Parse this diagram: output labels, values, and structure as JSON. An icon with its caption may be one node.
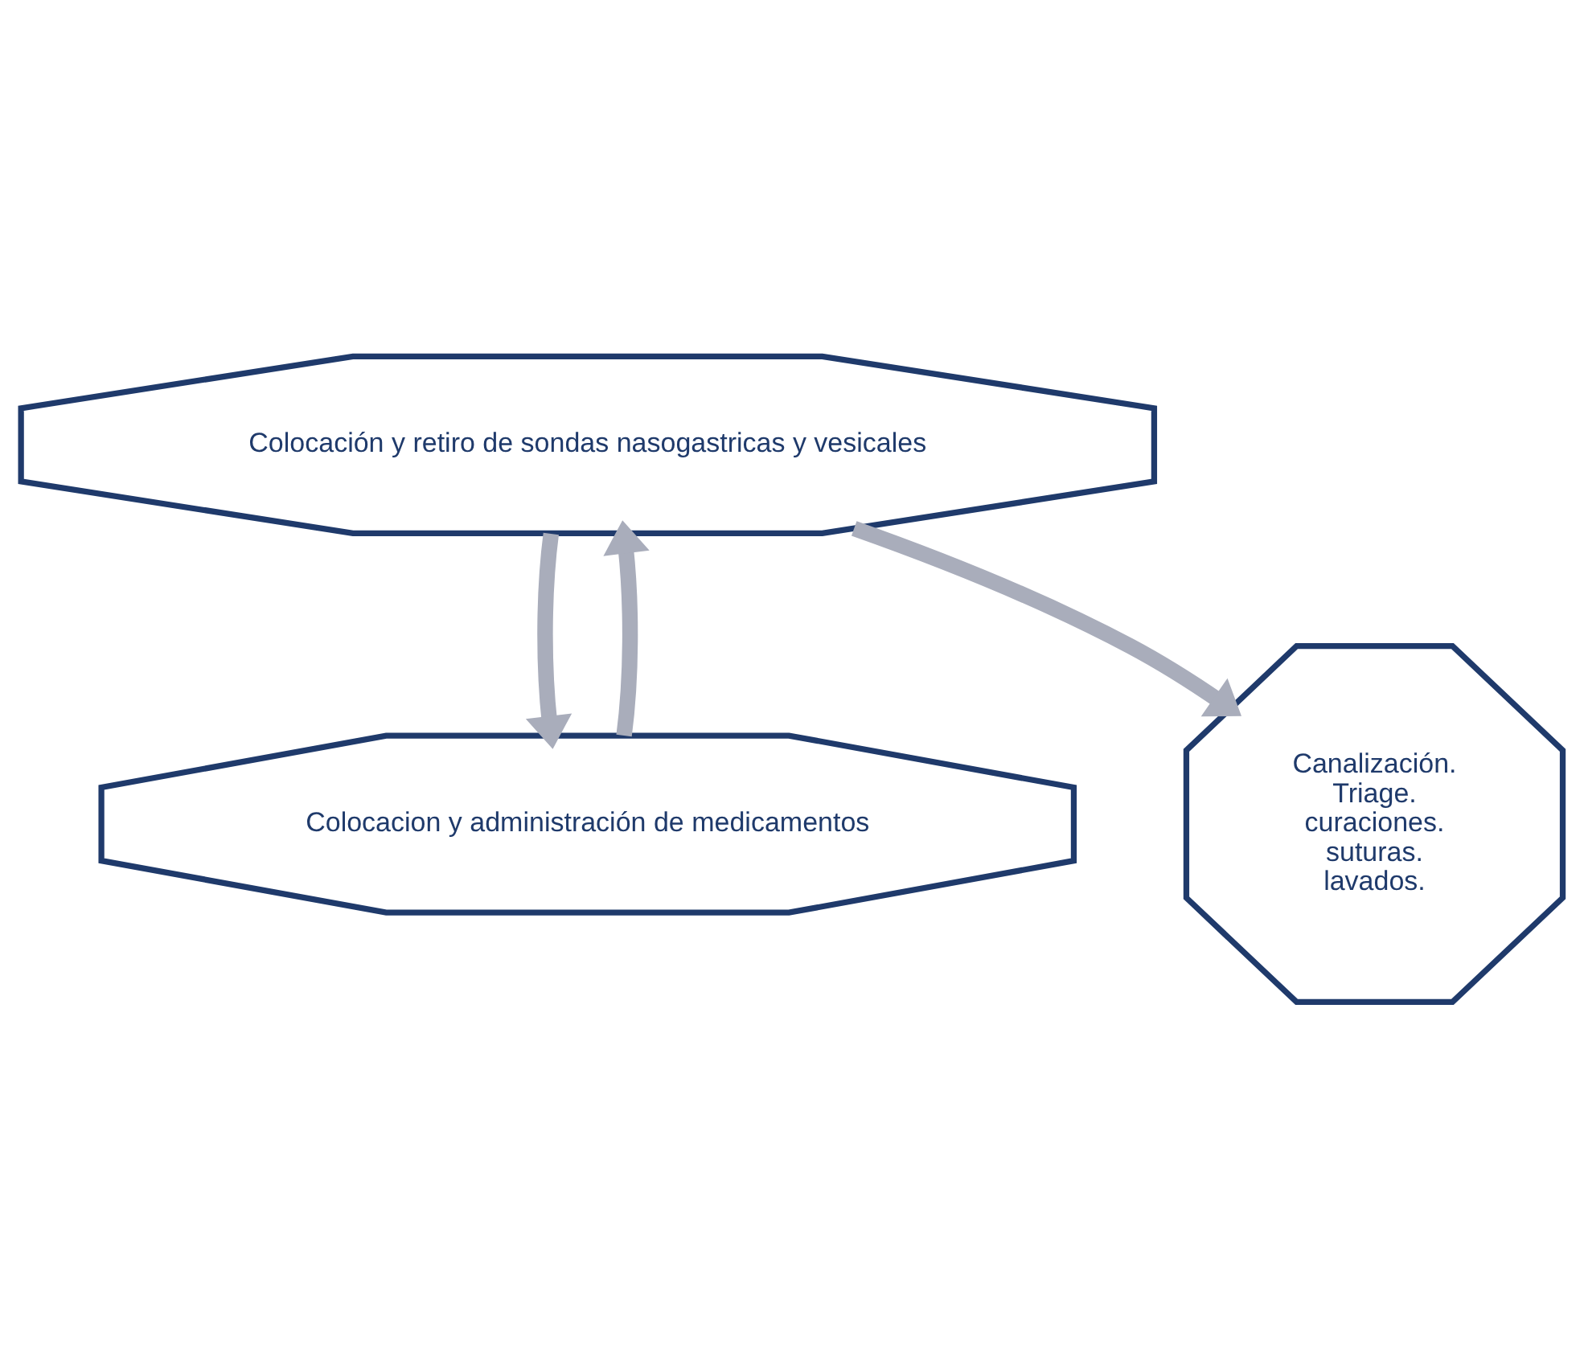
{
  "diagram": {
    "nodes": [
      {
        "text": [
          "Colocación y retiro de sondas nasogastricas y vesicales"
        ]
      },
      {
        "text": [
          "Colocacion y administración de medicamentos"
        ]
      },
      {
        "text": [
          "Canalización.",
          "Triage.",
          "curaciones.",
          "suturas.",
          "lavados."
        ]
      }
    ],
    "edges": [
      {
        "from": 1,
        "to": 0,
        "arrow": "to"
      },
      {
        "from": 0,
        "to": 2,
        "arrow": "to"
      },
      {
        "from": 0,
        "to": 1,
        "arrow": "to"
      }
    ]
  }
}
